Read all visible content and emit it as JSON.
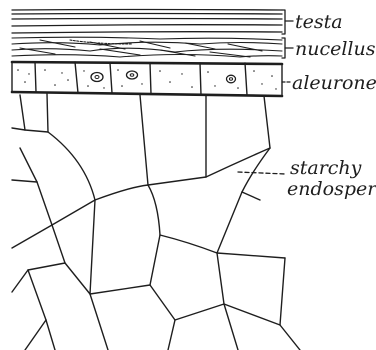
{
  "labels": {
    "testa": "testa",
    "nucellus": "nucellus",
    "aleurone": "aleurone",
    "starchy_line1": "starchy",
    "starchy_line2": "endosperm"
  },
  "colors": {
    "ink": "#1e1e1e",
    "paper": "#ffffff"
  }
}
